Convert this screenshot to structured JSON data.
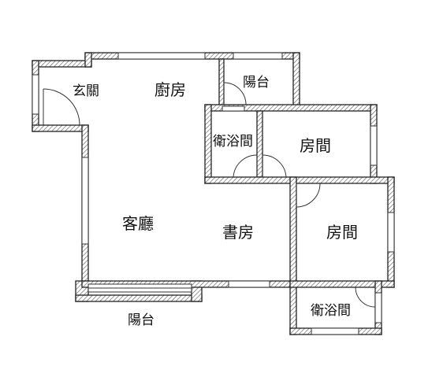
{
  "rooms": {
    "entry": "玄關",
    "kitchen": "廚房",
    "balcony_top": "陽台",
    "bath_upper": "衛浴間",
    "bedroom_upper": "房間",
    "living": "客廳",
    "study": "書房",
    "bedroom_lower": "房間",
    "bath_lower": "衛浴間",
    "balcony_bottom": "陽台"
  },
  "colors": {
    "wall_stroke": "#222222",
    "hatch": "#555555",
    "label": "#111111"
  }
}
